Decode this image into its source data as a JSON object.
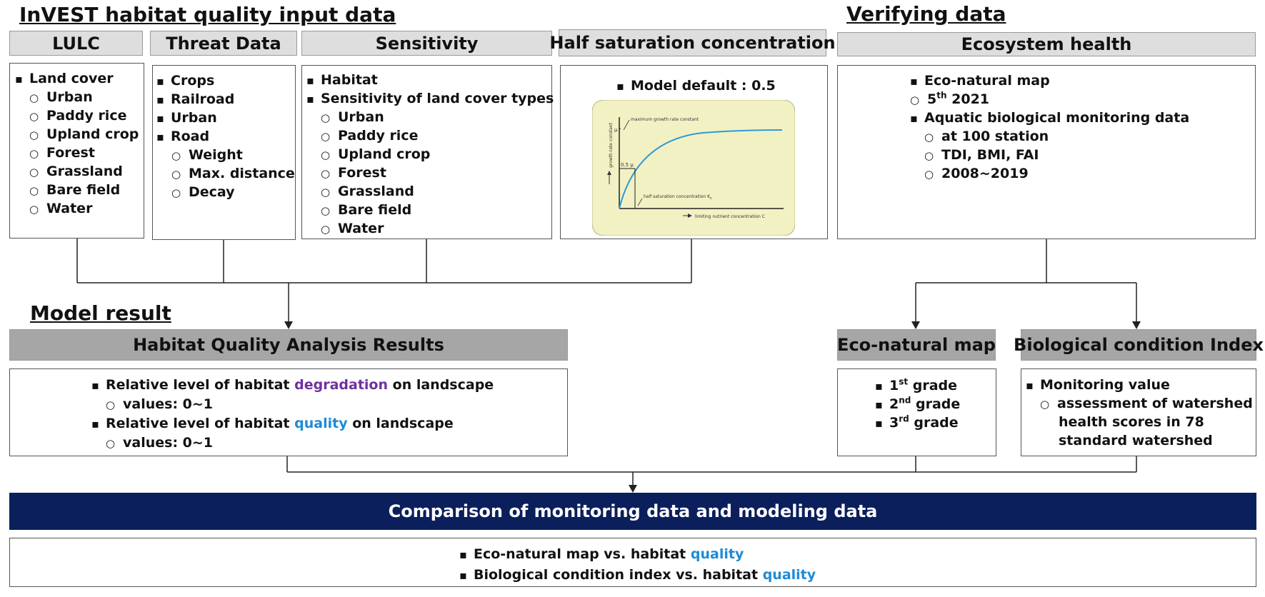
{
  "sections": {
    "input": "InVEST habitat quality input data",
    "verify": "Verifying data",
    "model": "Model result"
  },
  "lulc": {
    "title": "LULC",
    "head": "Land cover",
    "items": [
      "Urban",
      "Paddy rice",
      "Upland crop",
      "Forest",
      "Grassland",
      "Bare field",
      "Water"
    ]
  },
  "threat": {
    "title": "Threat Data",
    "items": [
      "Crops",
      "Railroad",
      "Urban",
      "Road"
    ],
    "sub": [
      "Weight",
      "Max. distance",
      "Decay"
    ]
  },
  "sensitivity": {
    "title": "Sensitivity",
    "items": [
      "Habitat",
      "Sensitivity of land cover types"
    ],
    "sub": [
      "Urban",
      "Paddy rice",
      "Upland crop",
      "Forest",
      "Grassland",
      "Bare field",
      "Water"
    ]
  },
  "half": {
    "title": "Half saturation concentration",
    "item": "Model default : 0.5",
    "graph": {
      "max_label": "maximum growth rate constant",
      "mu": "μ",
      "half_mu": "0.5 μ",
      "ylabel": "growth rate constant",
      "half_label": "half saturation concentration K",
      "half_sub": "c",
      "xlabel": "limiting nutrient concentration C"
    }
  },
  "eco_health": {
    "title": "Ecosystem health",
    "item1": "Eco-natural map",
    "sub1_pre": "5",
    "sub1_sup": "th",
    "sub1_post": " 2021",
    "item2": "Aquatic biological monitoring data",
    "sub2": [
      "at 100 station",
      "TDI, BMI, FAI",
      "2008~2019"
    ]
  },
  "hq": {
    "title": "Habitat Quality Analysis Results",
    "line1_pre": "Relative level of habitat",
    "line1_word": "degradation",
    "line1_post": "on landscape",
    "sub1": "values: 0~1",
    "line2_pre": "Relative level of habitat",
    "line2_word": "quality",
    "line2_post": "on landscape",
    "sub2": "values: 0~1"
  },
  "eco_map": {
    "title": "Eco-natural map",
    "grades": [
      {
        "n": "1",
        "sup": "st",
        "label": "grade"
      },
      {
        "n": "2",
        "sup": "nd",
        "label": "grade"
      },
      {
        "n": "3",
        "sup": "rd",
        "label": "grade"
      }
    ]
  },
  "bci": {
    "title": "Biological condition Index",
    "item": "Monitoring value",
    "sub": [
      "assessment of watershed",
      "health scores in 78",
      "standard watershed"
    ]
  },
  "comparison": {
    "title": "Comparison of monitoring data and modeling data",
    "line1_pre": "Eco-natural map vs. habitat",
    "line1_word": "quality",
    "line2_pre": "Biological condition index vs. habitat",
    "line2_word": "quality"
  },
  "colors": {
    "navy": "#0b1f5c",
    "purple": "#7030a0",
    "blue": "#1e8ad6",
    "graph_bg": "#f2f1c4",
    "graph_curve": "#2e9bd6"
  }
}
